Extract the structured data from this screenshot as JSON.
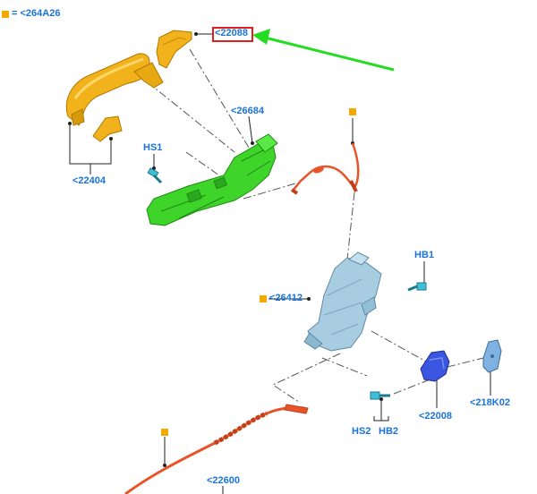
{
  "legend": {
    "text": "= <264A26",
    "marker_color": "#f2a900"
  },
  "callouts": {
    "c22088": "<22088",
    "c22404": "<22404",
    "c26684": "<26684",
    "hs1": "HS1",
    "c26412": "<26412",
    "hb1": "HB1",
    "c22008": "<22008",
    "c218k02": "<218K02",
    "hs2": "HS2",
    "hb2": "HB2",
    "c22600": "<22600"
  },
  "colors": {
    "handle": "#f2b21b",
    "carrier": "#3fd42a",
    "cable": "#e8542a",
    "latch": "#a9cde0",
    "bracket": "#3b56e0",
    "seal": "#7fb2e0",
    "fastener": "#40c0d8",
    "label": "#1a73d9",
    "pointer": "#22dd22",
    "highlight": "#e02020"
  },
  "icons": {
    "legend_marker": "orange-square-icon",
    "pointer": "green-arrow-icon"
  }
}
